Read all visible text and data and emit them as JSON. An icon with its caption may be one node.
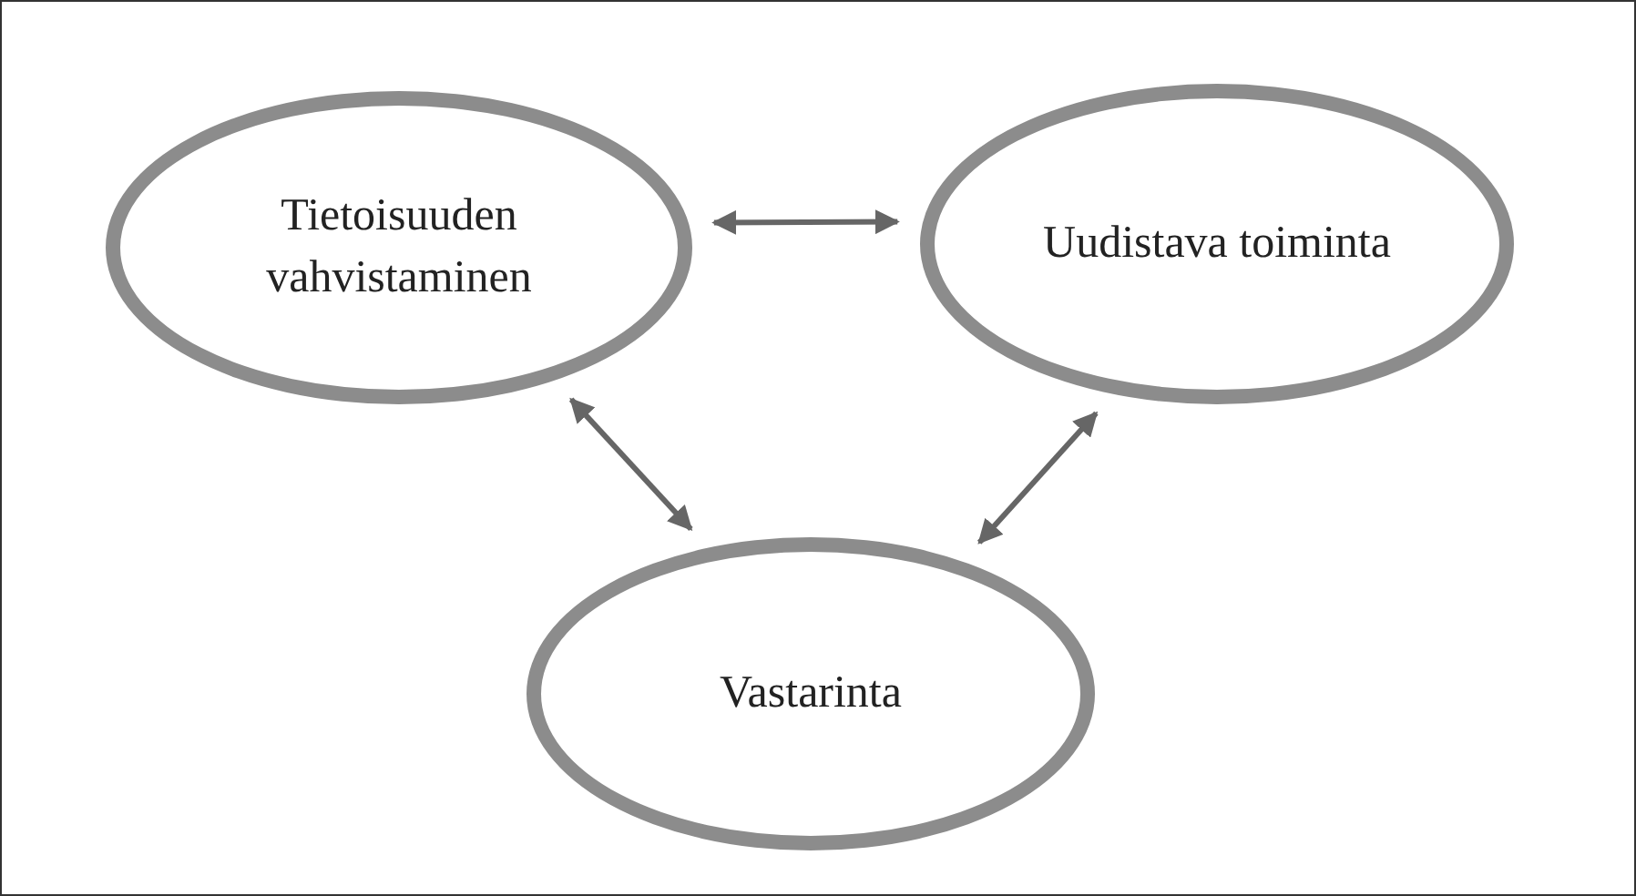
{
  "diagram": {
    "nodes": [
      {
        "text": [
          "Tietoisuuden vahvistaminen"
        ]
      },
      {
        "text": [
          "Uudistava toiminta"
        ]
      },
      {
        "text": [
          "Vastarinta"
        ]
      }
    ],
    "edges": [
      {
        "from": 0,
        "to": 1,
        "arrow": "both"
      },
      {
        "from": 0,
        "to": 2,
        "arrow": "both"
      },
      {
        "from": 1,
        "to": 2,
        "arrow": "both"
      }
    ]
  }
}
